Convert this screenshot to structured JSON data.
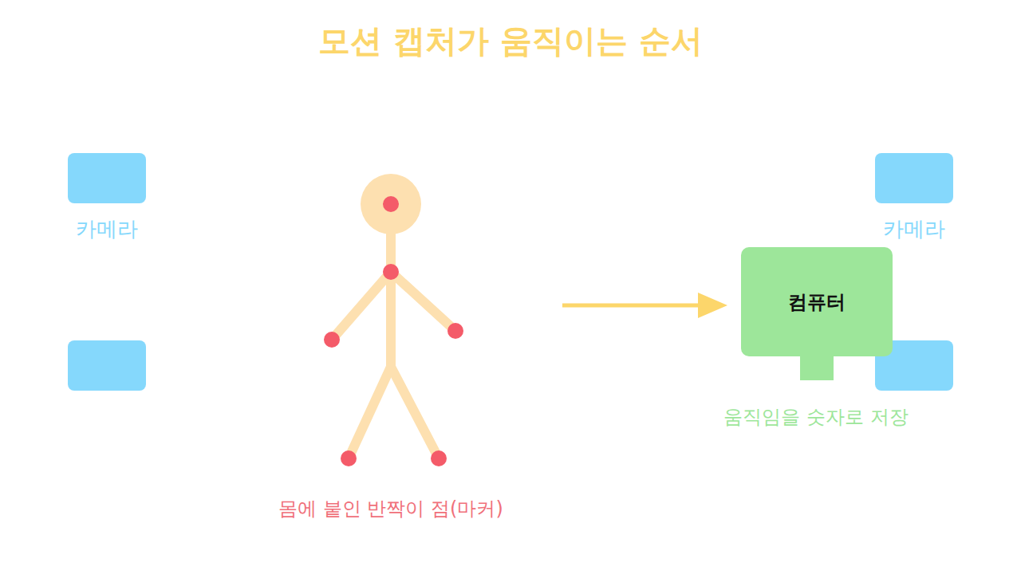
{
  "diagram": {
    "title": "모션 캡처가 움직이는 순서",
    "nodes": [
      {
        "text": [
          "카메라"
        ]
      },
      {
        "text": [
          "카메라"
        ]
      },
      {
        "text": [
          "컴퓨터"
        ]
      }
    ],
    "labels": [
      "몸에 붙인 반짝이 점(마커)",
      "움직임을 숫자로 저장"
    ]
  }
}
